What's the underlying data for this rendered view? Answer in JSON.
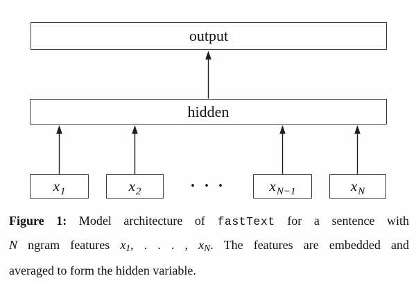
{
  "figure": {
    "diagram": {
      "output_label": "output",
      "hidden_label": "hidden",
      "ellipsis": ". . .",
      "inputs": [
        {
          "base": "x",
          "sub": "1"
        },
        {
          "base": "x",
          "sub": "2"
        },
        {
          "base": "x",
          "sub": "N−1"
        },
        {
          "base": "x",
          "sub": "N"
        }
      ]
    },
    "caption": {
      "lines": [
        {
          "justify": true,
          "segments": [
            {
              "style": "bold",
              "text": "Figure 1:"
            },
            {
              "style": "plain",
              "text": " Model architecture of "
            },
            {
              "style": "mono",
              "text": "fastText"
            },
            {
              "style": "plain",
              "text": " for a sentence with"
            }
          ]
        },
        {
          "justify": true,
          "segments": [
            {
              "style": "math",
              "text": "N"
            },
            {
              "style": "plain",
              "text": " ngram features "
            },
            {
              "style": "math",
              "text": "x"
            },
            {
              "style": "math-sub",
              "text": "1"
            },
            {
              "style": "plain",
              "text": ", . . . , "
            },
            {
              "style": "math",
              "text": "x"
            },
            {
              "style": "math-sub",
              "text": "N"
            },
            {
              "style": "plain",
              "text": ". The features are embedded and"
            }
          ]
        },
        {
          "justify": false,
          "segments": [
            {
              "style": "plain",
              "text": "averaged to form the hidden variable."
            }
          ]
        }
      ]
    }
  }
}
